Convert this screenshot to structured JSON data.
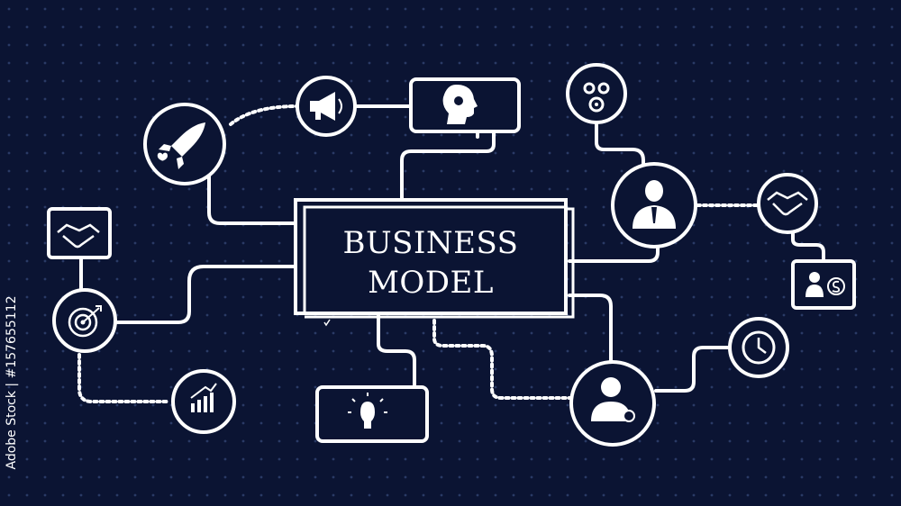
{
  "center": {
    "line1": "BUSINESS",
    "line2": "MODEL"
  },
  "watermark": {
    "id_text": "Adobe Stock | #157655112"
  },
  "colors": {
    "background": "#0b1433",
    "line": "#ffffff",
    "dots": "#2a3a66"
  },
  "nodes": [
    {
      "name": "rocket-icon"
    },
    {
      "name": "megaphone-icon"
    },
    {
      "name": "head-gear-icon"
    },
    {
      "name": "gears-icon"
    },
    {
      "name": "businessman-icon"
    },
    {
      "name": "handshake-icon"
    },
    {
      "name": "person-dollar-icon"
    },
    {
      "name": "clock-icon"
    },
    {
      "name": "user-icon"
    },
    {
      "name": "lightbulb-icon"
    },
    {
      "name": "growth-chart-icon"
    },
    {
      "name": "target-icon"
    }
  ]
}
